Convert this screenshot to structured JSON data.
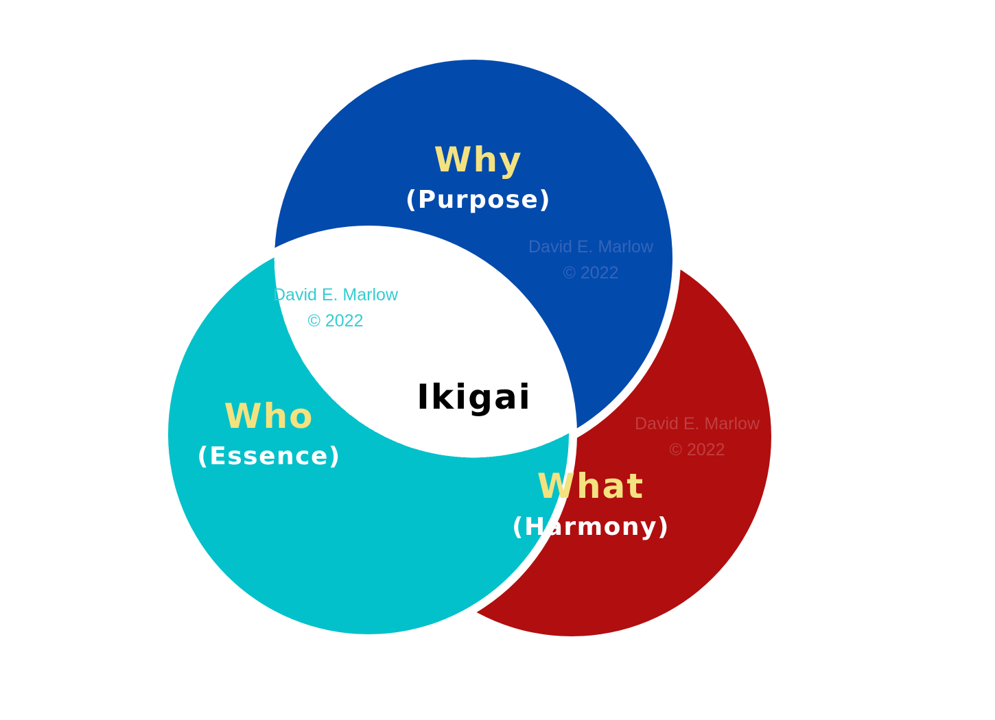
{
  "diagram": {
    "colors": {
      "background": "#ffffff",
      "separator": "#ffffff",
      "title": "#f3e27f",
      "subtitle": "#ffffff",
      "center_text": "#000000"
    },
    "center": {
      "label": "Ikigai",
      "fill": "#ffffff"
    },
    "circles": [
      {
        "id": "why",
        "title": "Why",
        "subtitle": "(Purpose)",
        "fill": "#034aad",
        "watermark": [
          "David E. Marlow",
          "© 2022"
        ],
        "watermark_color": "#3365b8"
      },
      {
        "id": "who",
        "title": "Who",
        "subtitle": "(Essence)",
        "fill": "#02c1ca",
        "watermark": [
          "David E. Marlow",
          "© 2022"
        ],
        "watermark_color": "#34cdd4"
      },
      {
        "id": "what",
        "title": "What",
        "subtitle": "(Harmony)",
        "fill": "#b10e0f",
        "watermark": [
          "David E. Marlow",
          "© 2022"
        ],
        "watermark_color": "#c03f3f"
      }
    ]
  }
}
